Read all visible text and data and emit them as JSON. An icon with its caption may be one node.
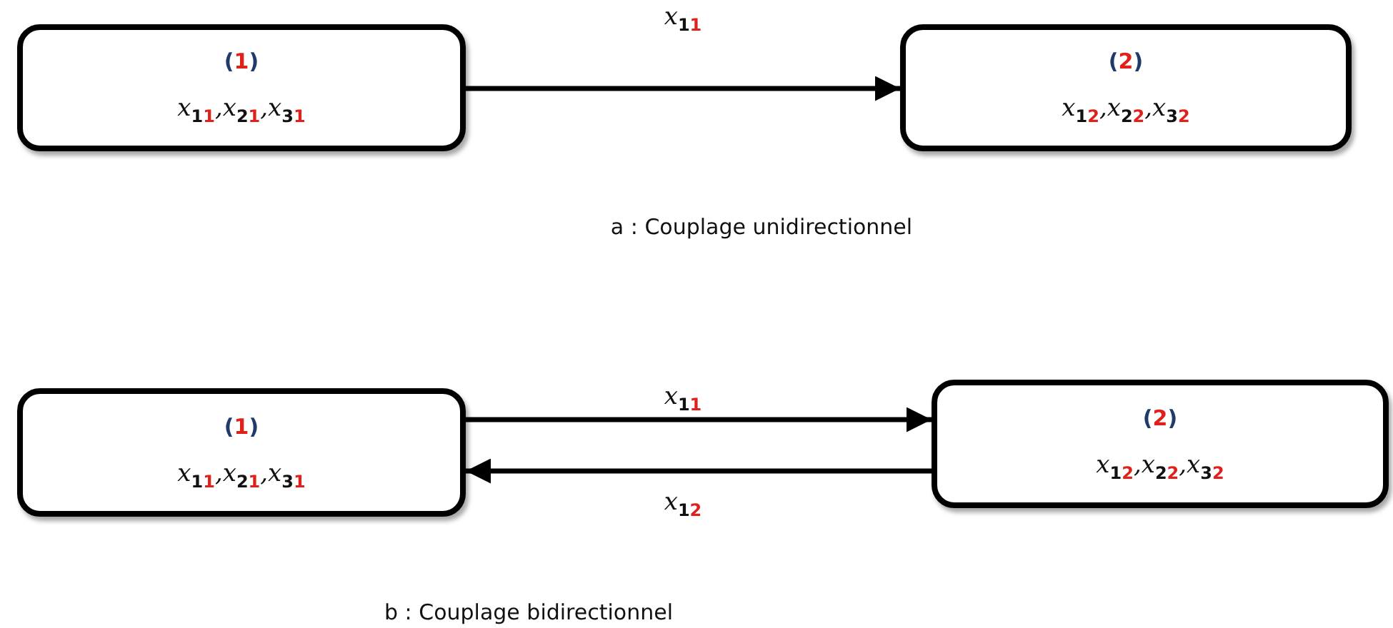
{
  "diagram": {
    "nodes": [
      {
        "text": [
          "(1)",
          "x$_{11}$,x$_{21}$,x$_{31}$"
        ]
      },
      {
        "text": [
          "(2)",
          "x$_{12}$,x$_{22}$,x$_{32}$"
        ]
      },
      {
        "text": [
          "(1)",
          "x$_{11}$,x$_{21}$,x$_{31}$"
        ]
      },
      {
        "text": [
          "(2)",
          "x$_{12}$,x$_{22}$,x$_{32}$"
        ]
      }
    ],
    "edges": [
      {
        "from": 0,
        "to": 1,
        "arrow": "to",
        "label": "x$_{11}$"
      },
      {
        "from": 2,
        "to": 3,
        "arrow": "to",
        "label": "x$_{11}$"
      },
      {
        "from": 3,
        "to": 2,
        "arrow": "to",
        "label": "x$_{12}$"
      }
    ],
    "labels": [
      "a : Couplage unidirectionnel",
      "b : Couplage bidirectionnel"
    ]
  }
}
